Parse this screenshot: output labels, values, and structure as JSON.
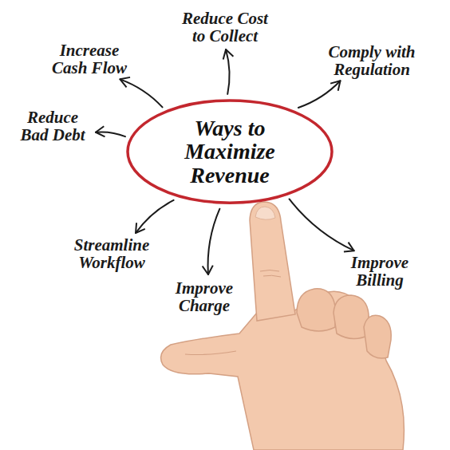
{
  "diagram": {
    "nodes": [
      {
        "text": [
          "Ways to Maximize Revenue"
        ]
      },
      {
        "text": [
          "Increase Cash Flow"
        ]
      },
      {
        "text": [
          "Reduce Cost to Collect"
        ]
      },
      {
        "text": [
          "Comply with Regulation"
        ]
      },
      {
        "text": [
          "Reduce Bad Debt"
        ]
      },
      {
        "text": [
          "Streamline Workflow"
        ]
      },
      {
        "text": [
          "Improve Charge"
        ]
      },
      {
        "text": [
          "Improve Billing"
        ]
      }
    ],
    "edges": [
      {
        "from": 0,
        "to": 1,
        "arrow": "to"
      },
      {
        "from": 0,
        "to": 2,
        "arrow": "to"
      },
      {
        "from": 0,
        "to": 3,
        "arrow": "to"
      },
      {
        "from": 0,
        "to": 4,
        "arrow": "to"
      },
      {
        "from": 0,
        "to": 5,
        "arrow": "to"
      },
      {
        "from": 0,
        "to": 6,
        "arrow": "to"
      },
      {
        "from": 0,
        "to": 7,
        "arrow": "to"
      }
    ]
  }
}
